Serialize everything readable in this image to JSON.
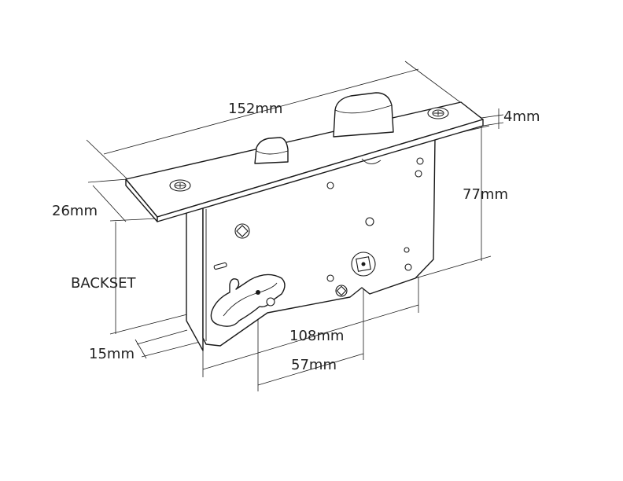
{
  "diagram": {
    "labels": {
      "length": "152mm",
      "faceplate_thickness": "4mm",
      "height": "77mm",
      "faceplate_width": "26mm",
      "backset": "BACKSET",
      "offset": "15mm",
      "case_depth": "108mm",
      "center_distance": "57mm"
    }
  }
}
